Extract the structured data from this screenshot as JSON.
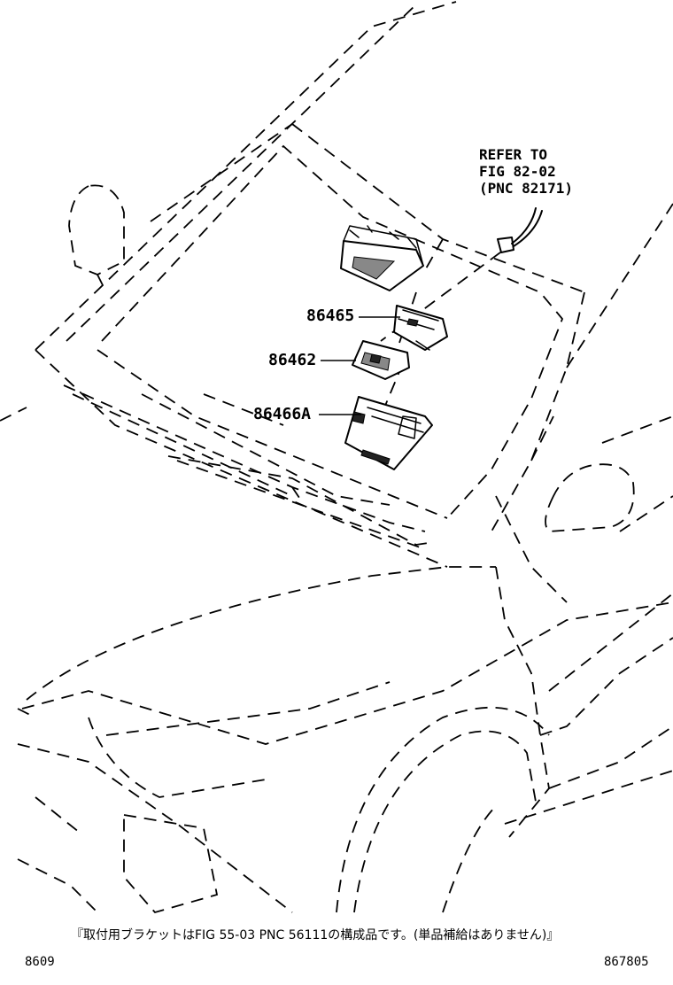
{
  "reference": {
    "line1": "REFER TO",
    "line2": "FIG 82-02",
    "line3": "(PNC 82171)"
  },
  "parts": [
    {
      "id": "86465",
      "label": "86465"
    },
    {
      "id": "86462",
      "label": "86462"
    },
    {
      "id": "86466A",
      "label": "86466A"
    }
  ],
  "footer": {
    "note": "『取付用ブラケットはFIG 55-03 PNC 56111の構成品です。(単品補給はありません)』",
    "left_code": "8609",
    "right_code": "867805"
  }
}
